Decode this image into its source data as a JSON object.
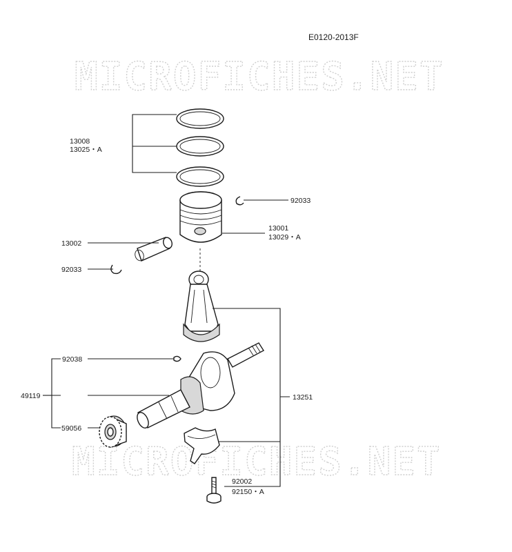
{
  "diagram_code": "E0120-2013F",
  "watermark": [
    "MICROFICHES.NET",
    "MICROFICHES.NET"
  ],
  "parts": {
    "piston_ring": [
      "13008",
      "13025・A"
    ],
    "circlip_right": "92033",
    "piston": [
      "13001",
      "13029・A"
    ],
    "piston_pin": "13002",
    "circlip_left": "92033",
    "woodruff_key": "92038",
    "crankshaft": "49119",
    "gear": "59056",
    "connecting_rod": "13251",
    "rod_bolt": [
      "92002",
      "92150・A"
    ]
  }
}
